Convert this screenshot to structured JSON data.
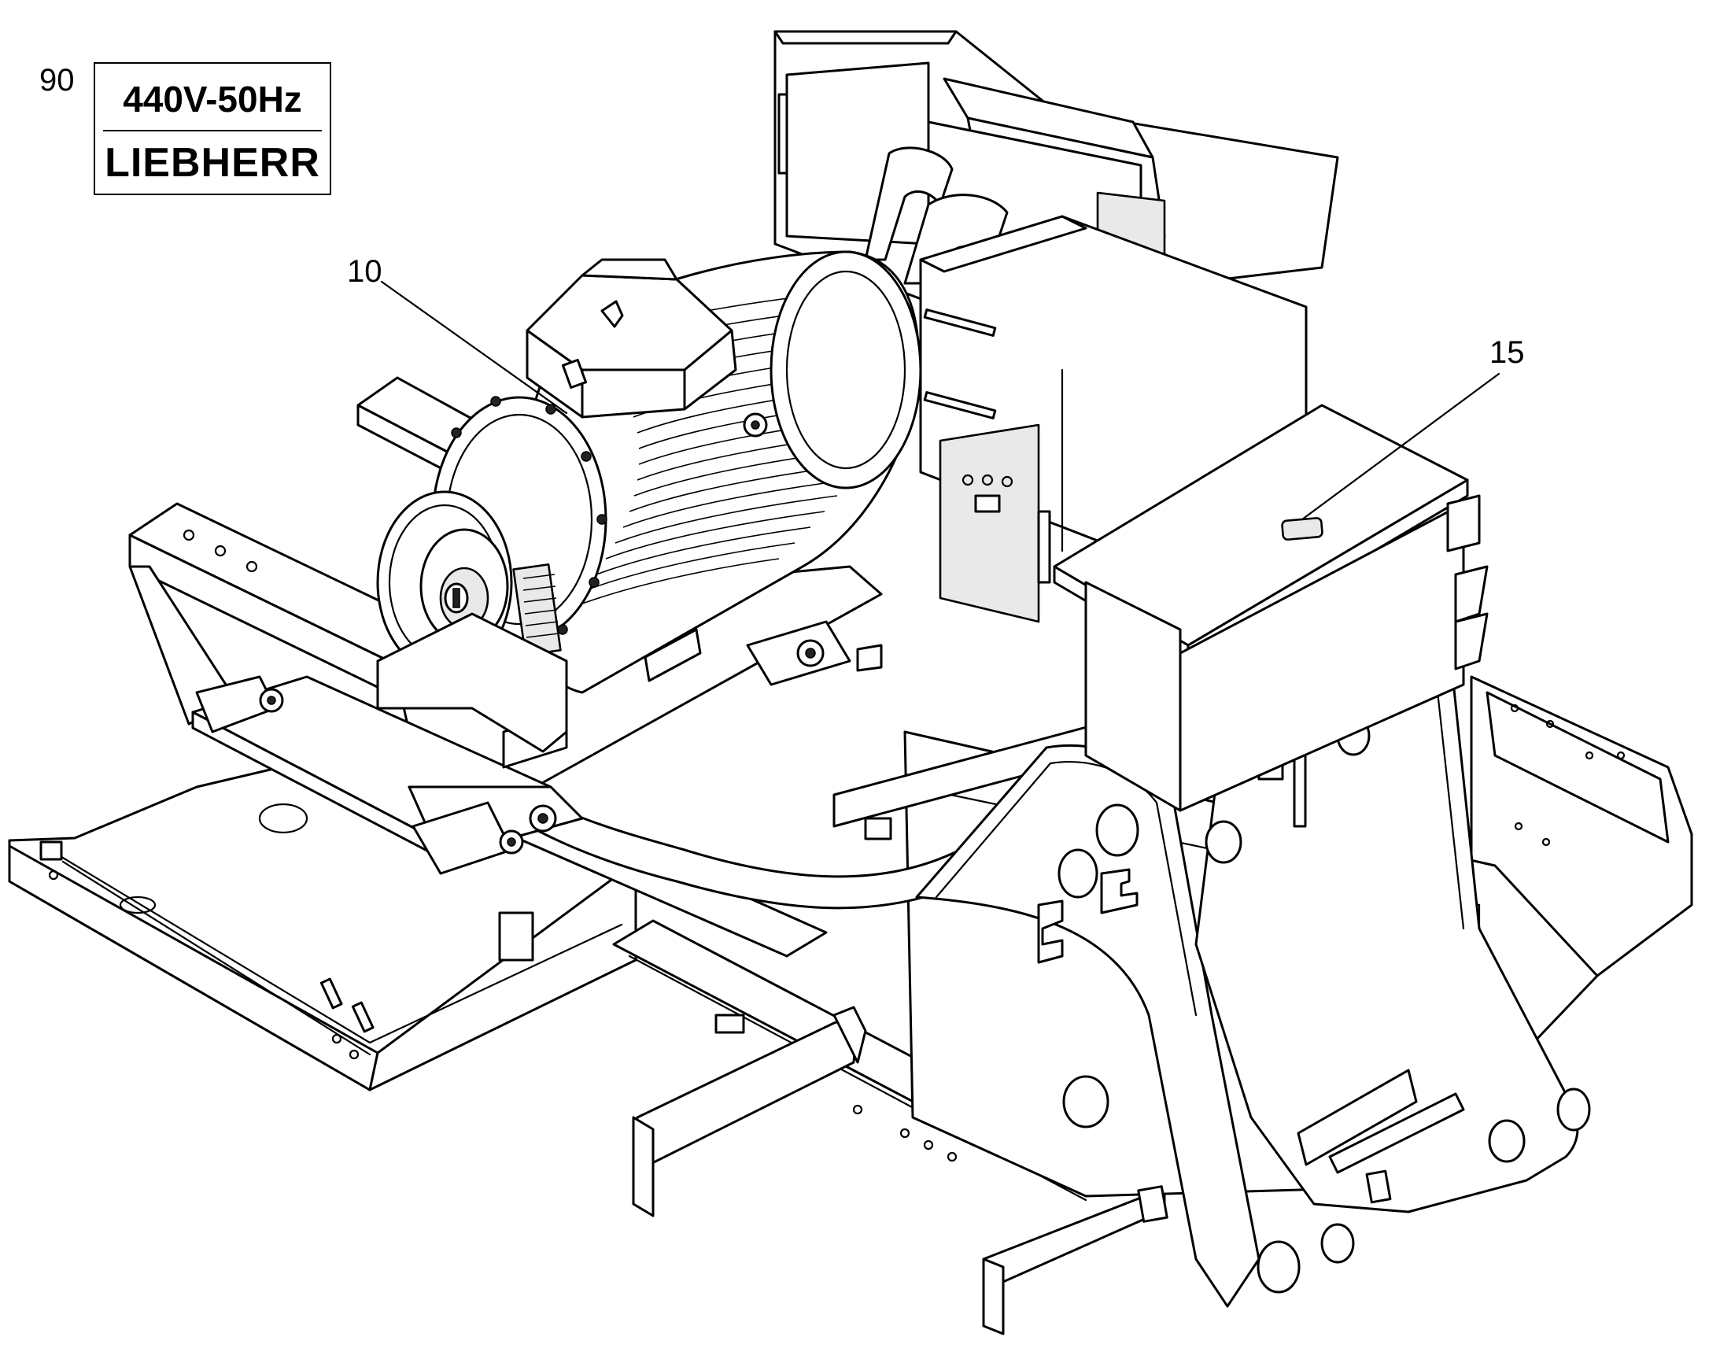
{
  "callouts": {
    "c90": "90",
    "c10": "10",
    "c15": "15"
  },
  "nameplate": {
    "line1": "440V-50Hz",
    "line2": "LIEBHERR"
  },
  "colors": {
    "line": "#000000",
    "background": "#ffffff"
  }
}
